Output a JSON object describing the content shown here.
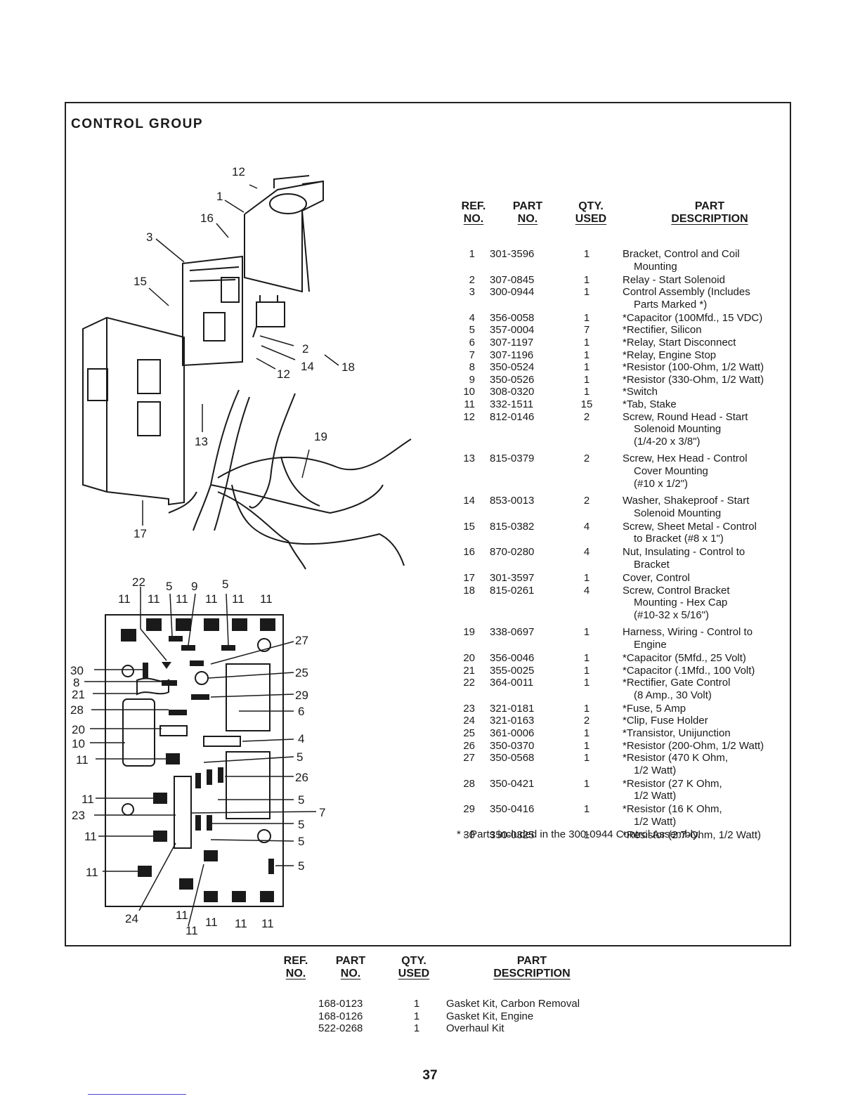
{
  "section_title": "CONTROL GROUP",
  "table_headers": {
    "ref_line1": "REF.",
    "ref_line2": "NO.",
    "part_line1": "PART",
    "part_line2": "NO.",
    "qty_line1": "QTY.",
    "qty_line2": "USED",
    "desc_line1": "PART",
    "desc_line2": "DESCRIPTION"
  },
  "parts": [
    {
      "ref": "1",
      "part_no": "301-3596",
      "qty": "1",
      "description": "Bracket, Control and Coil\nMounting"
    },
    {
      "ref": "2",
      "part_no": "307-0845",
      "qty": "1",
      "description": "Relay - Start Solenoid"
    },
    {
      "ref": "3",
      "part_no": "300-0944",
      "qty": "1",
      "description": "Control Assembly (Includes\nParts Marked *)"
    },
    {
      "ref": "4",
      "part_no": "356-0058",
      "qty": "1",
      "description": "*Capacitor (100Mfd., 15 VDC)"
    },
    {
      "ref": "5",
      "part_no": "357-0004",
      "qty": "7",
      "description": "*Rectifier, Silicon"
    },
    {
      "ref": "6",
      "part_no": "307-1197",
      "qty": "1",
      "description": "*Relay, Start Disconnect"
    },
    {
      "ref": "7",
      "part_no": "307-1196",
      "qty": "1",
      "description": "*Relay, Engine Stop"
    },
    {
      "ref": "8",
      "part_no": "350-0524",
      "qty": "1",
      "description": "*Resistor (100-Ohm, 1/2 Watt)"
    },
    {
      "ref": "9",
      "part_no": "350-0526",
      "qty": "1",
      "description": "*Resistor (330-Ohm, 1/2 Watt)"
    },
    {
      "ref": "10",
      "part_no": "308-0320",
      "qty": "1",
      "description": "*Switch"
    },
    {
      "ref": "11",
      "part_no": "332-1511",
      "qty": "15",
      "description": "*Tab, Stake"
    },
    {
      "ref": "12",
      "part_no": "812-0146",
      "qty": "2",
      "description": "Screw, Round Head - Start\nSolenoid Mounting\n(1/4-20 x 3/8\")"
    },
    {
      "ref": "13",
      "part_no": "815-0379",
      "qty": "2",
      "description": "Screw, Hex Head - Control\nCover Mounting\n(#10 x 1/2\")"
    },
    {
      "ref": "14",
      "part_no": "853-0013",
      "qty": "2",
      "description": "Washer, Shakeproof - Start\nSolenoid Mounting"
    },
    {
      "ref": "15",
      "part_no": "815-0382",
      "qty": "4",
      "description": "Screw, Sheet Metal - Control\nto Bracket (#8 x 1\")"
    },
    {
      "ref": "16",
      "part_no": "870-0280",
      "qty": "4",
      "description": "Nut, Insulating - Control to\nBracket"
    },
    {
      "ref": "17",
      "part_no": "301-3597",
      "qty": "1",
      "description": "Cover, Control"
    },
    {
      "ref": "18",
      "part_no": "815-0261",
      "qty": "4",
      "description": "Screw, Control Bracket\nMounting - Hex Cap\n(#10-32 x 5/16\")"
    },
    {
      "ref": "19",
      "part_no": "338-0697",
      "qty": "1",
      "description": "Harness, Wiring - Control to\nEngine"
    },
    {
      "ref": "20",
      "part_no": "356-0046",
      "qty": "1",
      "description": "*Capacitor (5Mfd., 25 Volt)"
    },
    {
      "ref": "21",
      "part_no": "355-0025",
      "qty": "1",
      "description": "*Capacitor (.1Mfd., 100 Volt)"
    },
    {
      "ref": "22",
      "part_no": "364-0011",
      "qty": "1",
      "description": "*Rectifier, Gate Control\n(8 Amp., 30 Volt)"
    },
    {
      "ref": "23",
      "part_no": "321-0181",
      "qty": "1",
      "description": "*Fuse, 5 Amp"
    },
    {
      "ref": "24",
      "part_no": "321-0163",
      "qty": "2",
      "description": "*Clip, Fuse Holder"
    },
    {
      "ref": "25",
      "part_no": "361-0006",
      "qty": "1",
      "description": "*Transistor, Unijunction"
    },
    {
      "ref": "26",
      "part_no": "350-0370",
      "qty": "1",
      "description": "*Resistor (200-Ohm, 1/2 Watt)"
    },
    {
      "ref": "27",
      "part_no": "350-0568",
      "qty": "1",
      "description": "*Resistor (470 K Ohm,\n1/2 Watt)"
    },
    {
      "ref": "28",
      "part_no": "350-0421",
      "qty": "1",
      "description": "*Resistor (27 K Ohm,\n1/2 Watt)"
    },
    {
      "ref": "29",
      "part_no": "350-0416",
      "qty": "1",
      "description": "*Resistor (16 K Ohm,\n1/2 Watt)"
    },
    {
      "ref": "30",
      "part_no": "350-0325",
      "qty": "1",
      "description": "*Resistor (2.7-Ohm, 1/2 Watt)"
    }
  ],
  "footnote": "* - Parts included in the 300-0944 Control Assembly.",
  "kits": [
    {
      "ref": "",
      "part_no": "168-0123",
      "qty": "1",
      "description": "Gasket Kit, Carbon Removal"
    },
    {
      "ref": "",
      "part_no": "168-0126",
      "qty": "1",
      "description": "Gasket Kit, Engine"
    },
    {
      "ref": "",
      "part_no": "522-0268",
      "qty": "1",
      "description": "Overhaul Kit"
    }
  ],
  "page_number": "37",
  "diagram": {
    "top_callouts": [
      "12",
      "1",
      "16",
      "3",
      "15",
      "2",
      "14",
      "18",
      "12",
      "13",
      "19",
      "17"
    ],
    "board_callouts_top": [
      "22",
      "5",
      "9",
      "5"
    ],
    "board_callouts_tabs_top": [
      "11",
      "11",
      "11",
      "11",
      "11",
      "11"
    ],
    "board_callouts_left": [
      "30",
      "8",
      "21",
      "28",
      "20",
      "10",
      "11",
      "11",
      "23",
      "11",
      "11"
    ],
    "board_callouts_right": [
      "27",
      "25",
      "29",
      "6",
      "4",
      "5",
      "26",
      "5",
      "7",
      "5",
      "5",
      "5"
    ],
    "board_callouts_bottom": [
      "24",
      "11",
      "11",
      "11",
      "11",
      "11"
    ]
  }
}
